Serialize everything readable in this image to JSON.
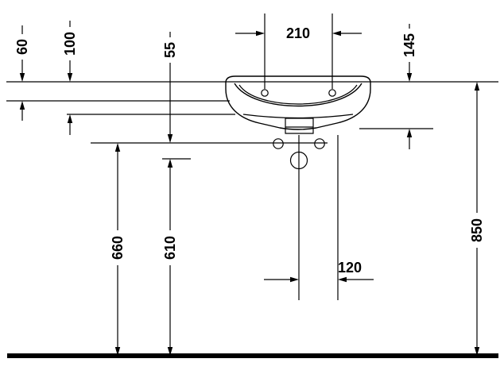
{
  "colors": {
    "line": "#000000",
    "background": "#ffffff"
  },
  "dims": {
    "tap_hole_spacing": "210",
    "rim_to_shelf": "60",
    "rim_to_body_front": "100",
    "fixing_to_outlet": "55",
    "ceramic_height": "145",
    "rim_height": "850",
    "fixing_height": "660",
    "outlet_height": "610",
    "outlet_offset": "120"
  }
}
